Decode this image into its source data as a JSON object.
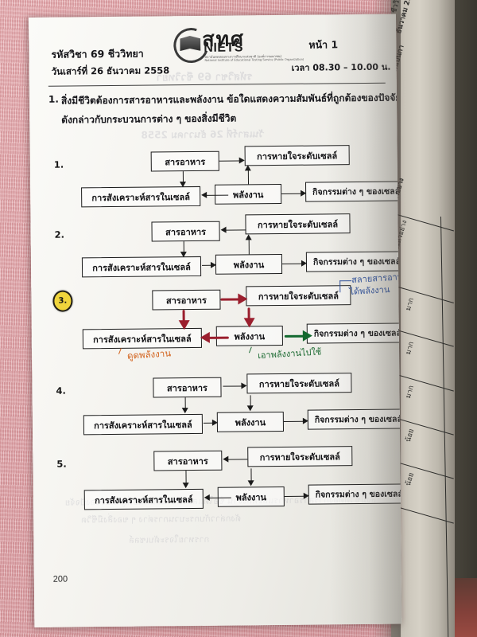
{
  "document": {
    "subject_code": "รหัสวิชา 69 ชีววิทยา",
    "exam_date": "วันเสาร์ที่ 26 ธันวาคม 2558",
    "page_label": "หน้า  1",
    "exam_time": "เวลา  08.30 – 10.00  น.",
    "page_number": "200",
    "logo": {
      "thai": "สทศ",
      "english": "NIETS",
      "subtitle_thai": "สถาบันทดสอบทางการศึกษาแห่งชาติ (องค์การมหาชน)",
      "subtitle_english": "National Institute of Educational Testing Service (Public Organization)"
    }
  },
  "question": {
    "number": "1.",
    "line1": "สิ่งมีชีวิตต้องการสารอาหารและพลังงาน  ข้อใดแสดงความสัมพันธ์ที่ถูกต้องของปัจจัย",
    "line2": "ดังกล่าวกับกระบวนการต่าง ๆ ของสิ่งมีชีวิต"
  },
  "labels": {
    "nutrient": "สารอาหาร",
    "respiration": "การหายใจระดับเซลล์",
    "synthesis": "การสังเคราะห์สารในเซลล์",
    "energy": "พลังงาน",
    "activity": "กิจกรรมต่าง ๆ ของเซลล์"
  },
  "options": [
    {
      "number": "1.",
      "marked": false
    },
    {
      "number": "2.",
      "marked": false
    },
    {
      "number": "3.",
      "marked": true
    },
    {
      "number": "4.",
      "marked": false
    },
    {
      "number": "5.",
      "marked": false
    }
  ],
  "annotations": {
    "blue_note_line1": "สลายสารอาหาร",
    "blue_note_line2": "ได้พลังงาน",
    "orange_note": "ดูดพลังงาน",
    "green_note": "เอาพลังงานไปใช้",
    "colors": {
      "highlight": "#f0d53c",
      "marker_red": "#9b1f2e",
      "marker_green": "#13692f",
      "ink_blue": "#2b4f9e",
      "ink_orange": "#d2621c",
      "ink_green": "#1d6b33"
    }
  },
  "right_page": {
    "line1": "ชีววิทยา",
    "line2": "ธันวาคม 2558",
    "line3": "ลักษณะใดเป็นกา",
    "line4": "ตัวอย่าง",
    "header_cell": "ปริมาณตัวอย่าง",
    "cells": [
      "มาก",
      "มาก",
      "มาก",
      "น้อย",
      "น้อย"
    ]
  },
  "bleed_through": {
    "l1": "รหัสวิชา 69 ชีววิทยา",
    "l2": "วันเสาร์ที่ 26 ธันวาคม 2558"
  }
}
